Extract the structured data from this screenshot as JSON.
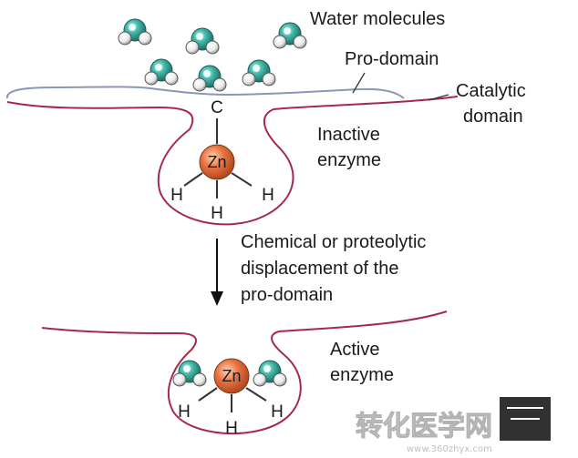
{
  "labels": {
    "water_molecules": "Water molecules",
    "pro_domain": "Pro-domain",
    "catalytic_line1": "Catalytic",
    "catalytic_line2": "domain",
    "inactive_line1": "Inactive",
    "inactive_line2": "enzyme",
    "arrow_line1": "Chemical or proteolytic",
    "arrow_line2": "displacement of the",
    "arrow_line3": "pro-domain",
    "active_line1": "Active",
    "active_line2": "enzyme"
  },
  "atoms": {
    "carbon": "C",
    "zinc": "Zn",
    "hydrogen": "H"
  },
  "watermark": {
    "text": "转化医学网",
    "subtext": "www.360zhyx.com"
  },
  "colors": {
    "water_teal": "#3fb7a8",
    "water_white": "#f4f4f4",
    "zinc_orange": "#e8733f",
    "catalytic_line": "#a52a4a",
    "pro_domain_line": "#8a96b8",
    "text": "#1a1a1a"
  }
}
